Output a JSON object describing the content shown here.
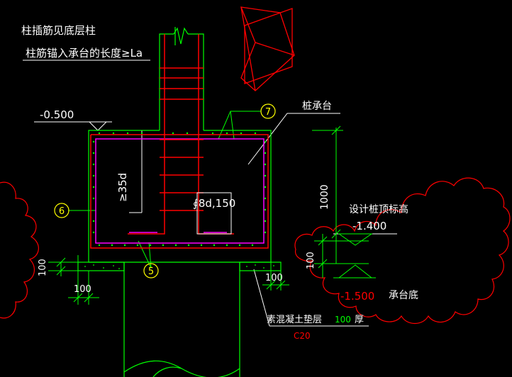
{
  "labels": {
    "note_line1": "柱插筋见底层柱",
    "note_line2": "柱筋锚入承台的长度≥La",
    "level_top": "-0.500",
    "pile_cap": "桩承台",
    "callout_7": "7",
    "callout_6": "6",
    "callout_5": "5",
    "anchor_35d": "≥35d",
    "stirrup_spec": "∮8d,150",
    "dim_1000": "1000",
    "design_pile_top": "设计桩顶标高",
    "level_pile_top": "-1.400",
    "dim_100_right": "100",
    "level_cap_bottom": "-1.500",
    "cap_bottom": "承台底",
    "dim_100_left_v": "100",
    "dim_100_left_h": "100",
    "dim_100_mid": "100",
    "bedding_layer": "素混凝土垫层",
    "bedding_thick_num": "100",
    "bedding_thick_unit": "厚",
    "concrete_grade": "C20"
  },
  "colors": {
    "background": "#000000",
    "white": "#ffffff",
    "green": "#00ff00",
    "yellow": "#ffff00",
    "red": "#ff0000",
    "magenta": "#ff00ff"
  }
}
